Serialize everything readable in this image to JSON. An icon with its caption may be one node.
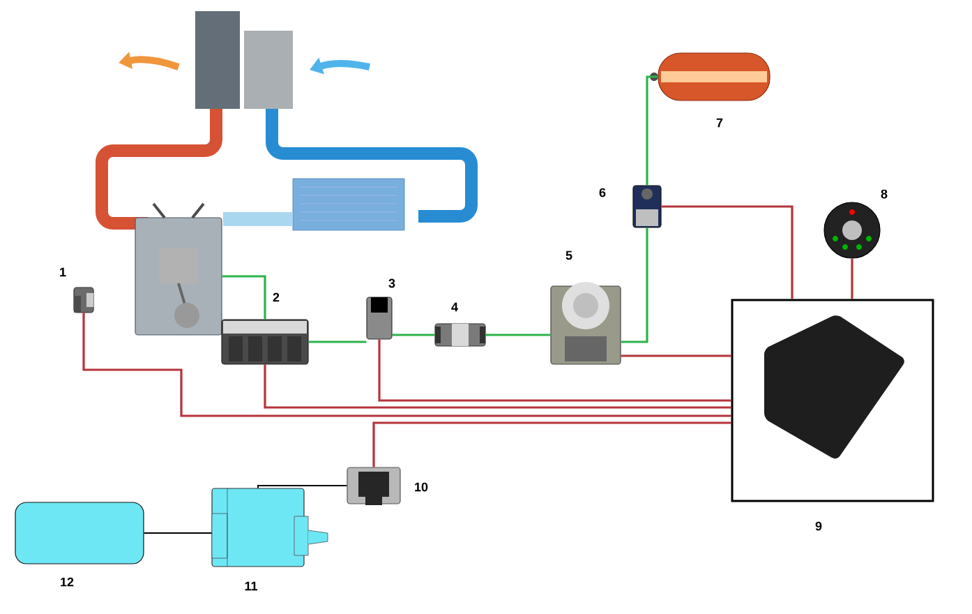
{
  "diagram": {
    "nodes": [
      {
        "text": [],
        "shape": "picture",
        "beside": [
          "1"
        ]
      },
      {
        "text": [],
        "shape": "picture"
      },
      {
        "text": [],
        "shape": "picture",
        "beside": [
          "2"
        ]
      },
      {
        "text": [],
        "shape": "picture",
        "beside": [
          "3"
        ]
      },
      {
        "text": [],
        "shape": "picture",
        "beside": [
          "4"
        ]
      },
      {
        "text": [],
        "shape": "picture",
        "beside": [
          "5"
        ]
      },
      {
        "text": [],
        "shape": "picture",
        "beside": [
          "6"
        ]
      },
      {
        "text": [],
        "shape": "picture",
        "beside": [
          "7"
        ]
      },
      {
        "text": [],
        "shape": "picture",
        "beside": [
          "8"
        ]
      },
      {
        "text": [],
        "shape": "box",
        "beside": [
          "9"
        ]
      },
      {
        "text": [],
        "shape": "picture",
        "beside": [
          "10"
        ]
      },
      {
        "text": [],
        "shape": "picture",
        "beside": [
          "11"
        ]
      },
      {
        "text": [],
        "shape": "box",
        "beside": [
          "12"
        ]
      }
    ],
    "edges": [
      {
        "from": 1,
        "to": 2,
        "arrow": "none",
        "color": "#2db34a"
      },
      {
        "from": 2,
        "to": 3,
        "arrow": "none",
        "color": "#2db34a"
      },
      {
        "from": 3,
        "to": 4,
        "arrow": "none",
        "color": "#2db34a"
      },
      {
        "from": 4,
        "to": 5,
        "arrow": "none",
        "color": "#2db34a"
      },
      {
        "from": 5,
        "to": 6,
        "arrow": "none",
        "color": "#2db34a"
      },
      {
        "from": 6,
        "to": 7,
        "arrow": "none",
        "color": "#2db34a"
      },
      {
        "from": 0,
        "to": 9,
        "arrow": "none"
      },
      {
        "from": 2,
        "to": 9,
        "arrow": "none"
      },
      {
        "from": 3,
        "to": 9,
        "arrow": "none"
      },
      {
        "from": 10,
        "to": 9,
        "arrow": "none"
      },
      {
        "from": 5,
        "to": 9,
        "arrow": "none"
      },
      {
        "from": 6,
        "to": 9,
        "arrow": "none"
      },
      {
        "from": 8,
        "to": 9,
        "arrow": "none"
      },
      {
        "from": 10,
        "to": 11,
        "arrow": "none",
        "color": "#000000"
      },
      {
        "from": 11,
        "to": 12,
        "arrow": "none",
        "color": "#000000"
      }
    ]
  }
}
